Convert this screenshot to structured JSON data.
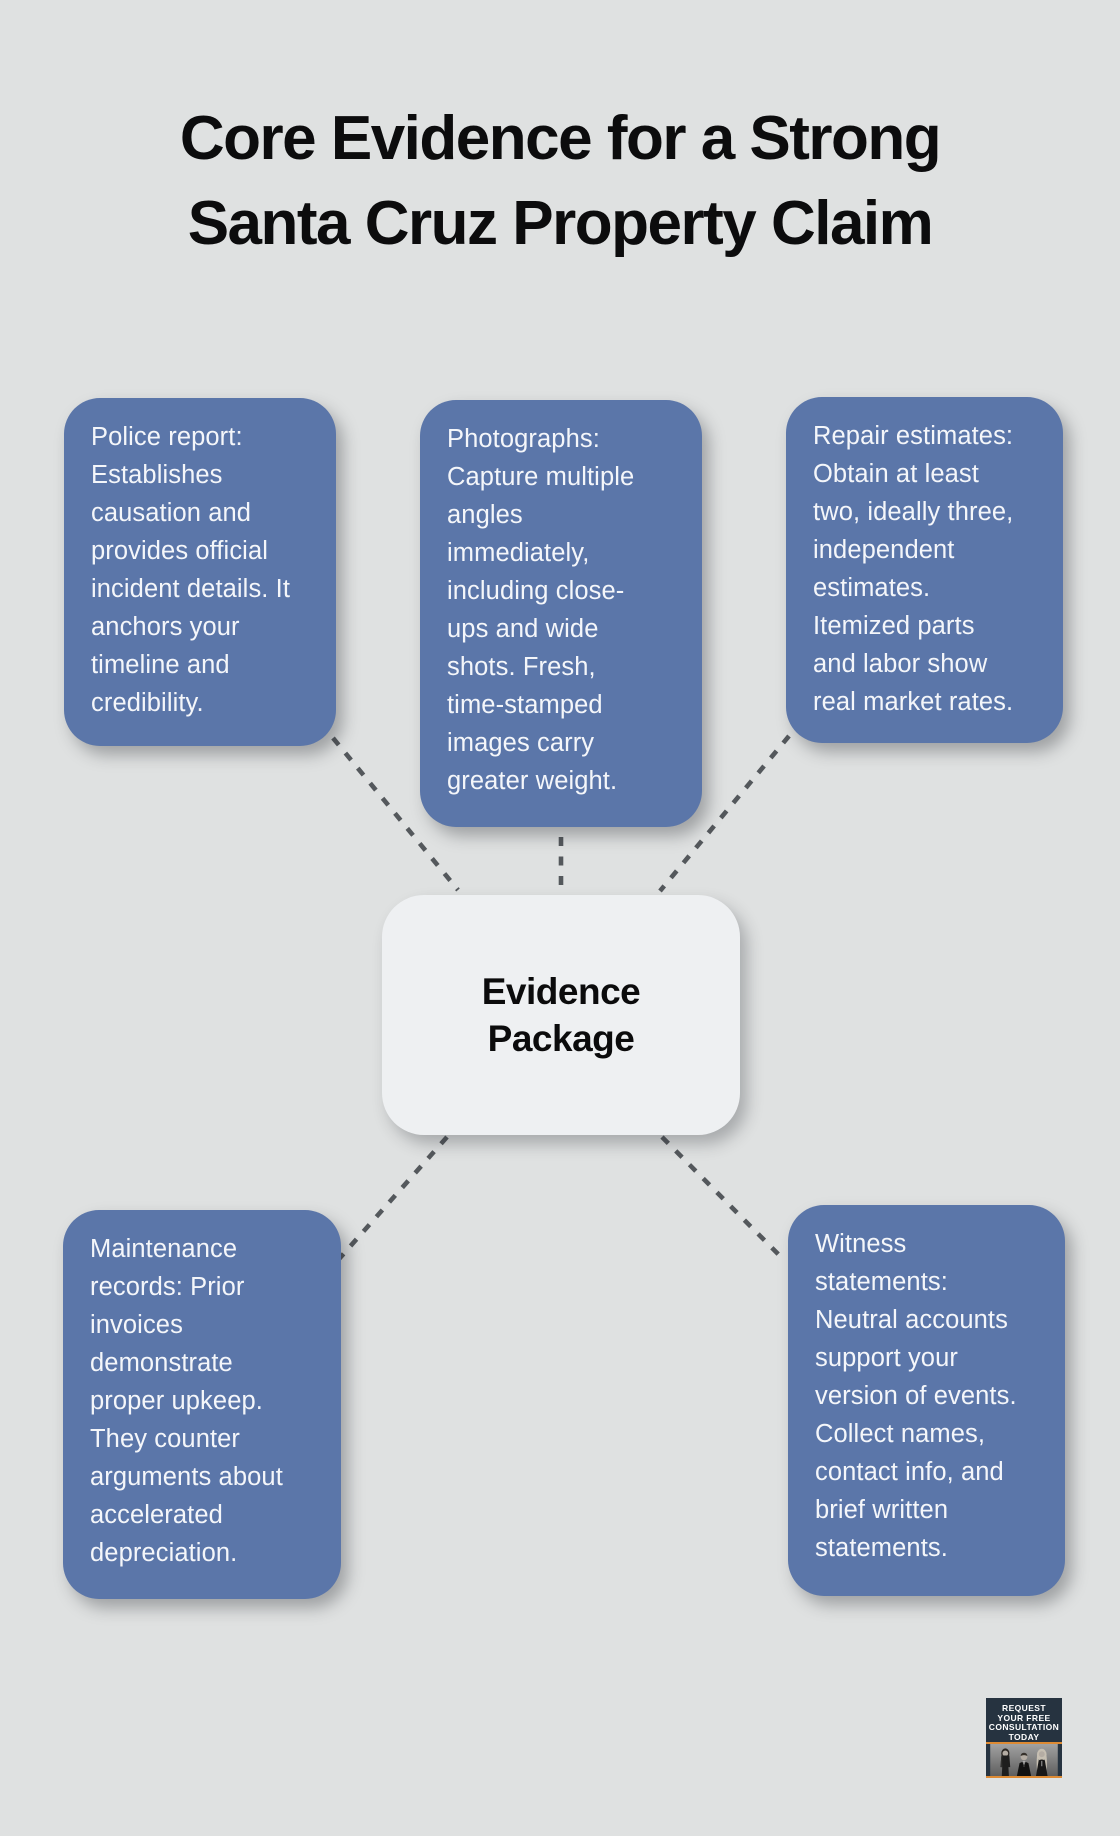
{
  "title": {
    "text": "Core Evidence for a Strong\nSanta Cruz Property Claim"
  },
  "center": {
    "label": "Evidence\nPackage"
  },
  "nodes": [
    {
      "id": "police-report",
      "text": "Police report:\nEstablishes\ncausation and\nprovides official\nincident details. It\nanchors your\ntimeline and\ncredibility."
    },
    {
      "id": "photographs",
      "text": "Photographs:\nCapture multiple\nangles\nimmediately,\nincluding close-\nups and wide\nshots. Fresh,\ntime-stamped\nimages carry\ngreater weight."
    },
    {
      "id": "repair-estimates",
      "text": "Repair estimates:\nObtain at least\ntwo, ideally three,\nindependent\nestimates.\nItemized parts\nand labor show\nreal market rates."
    },
    {
      "id": "maintenance-records",
      "text": "Maintenance\nrecords: Prior\ninvoices\ndemonstrate\nproper upkeep.\nThey counter\narguments about\naccelerated\ndepreciation."
    },
    {
      "id": "witness-statements",
      "text": "Witness\nstatements:\nNeutral accounts\nsupport your\nversion of events.\nCollect names,\ncontact info, and\nbrief written\nstatements."
    }
  ],
  "badge": {
    "text": "REQUEST\nYOUR FREE\nCONSULTATION\nTODAY"
  },
  "colors": {
    "background": "#dfe1e1",
    "node_fill": "#5b76a9",
    "node_text": "#f4f6fa",
    "center_fill": "#eef0f2",
    "title_text": "#0c0c0d",
    "connector": "#54585c",
    "badge_background": "#263340",
    "badge_accent": "#dd8a33"
  }
}
